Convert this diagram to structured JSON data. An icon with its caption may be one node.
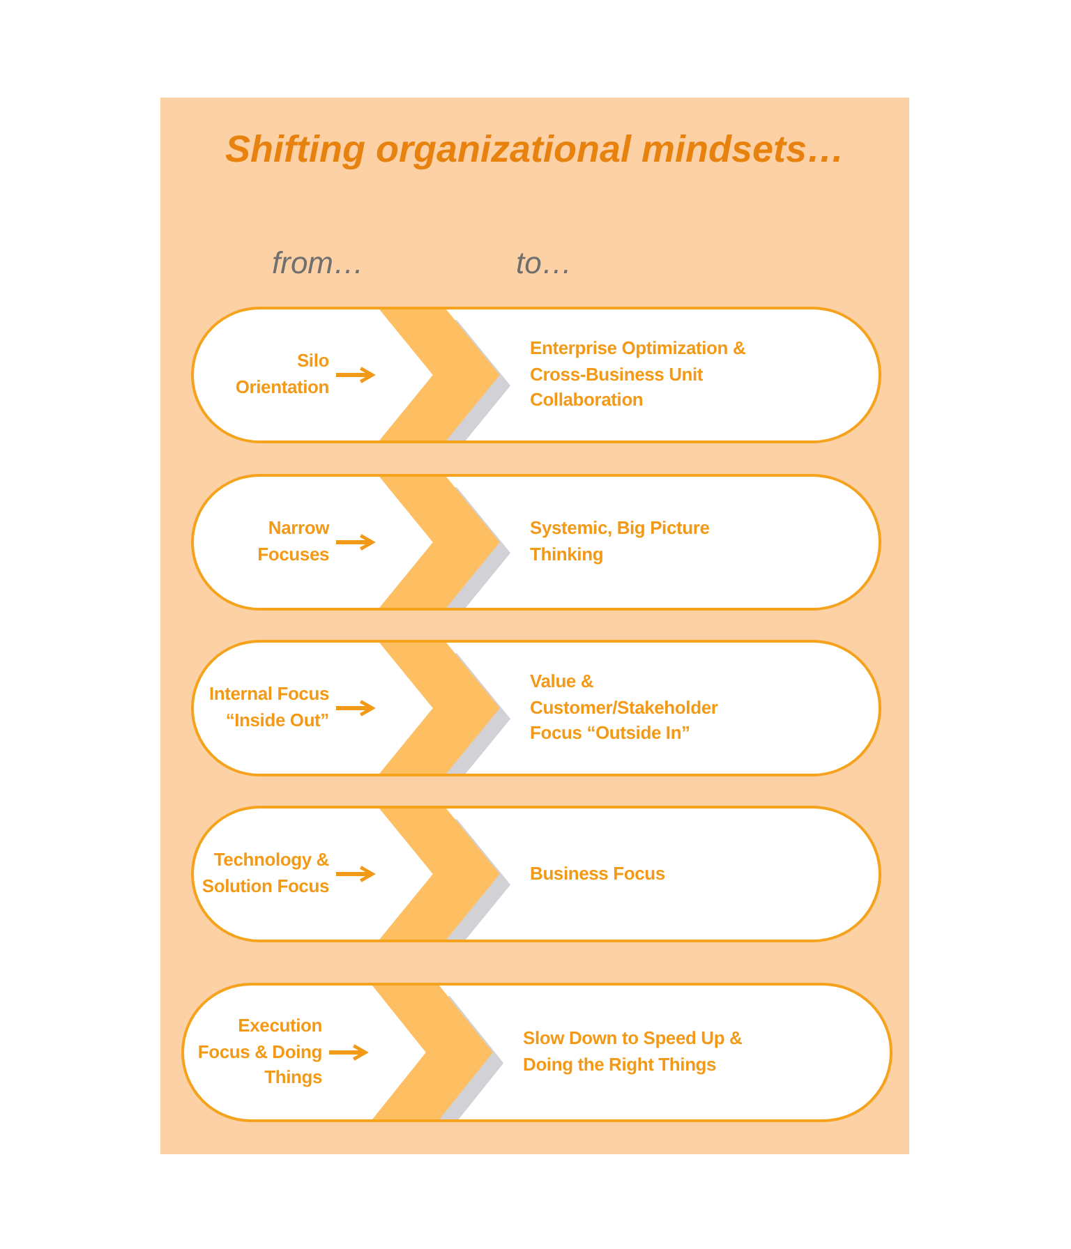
{
  "diagram": {
    "title": "Shifting organizational mindsets…",
    "nodes": [
      {
        "text": [],
        "shape": "box"
      },
      {
        "text": [
          "Silo Orientation"
        ],
        "in": 0
      },
      {
        "text": [
          "Enterprise Optimization & Cross-Business Unit Collaboration"
        ],
        "in": 0
      },
      {
        "text": [],
        "shape": "box"
      },
      {
        "text": [
          "Narrow Focuses"
        ],
        "in": 3
      },
      {
        "text": [
          "Systemic, Big Picture Thinking"
        ],
        "in": 3
      },
      {
        "text": [],
        "shape": "box"
      },
      {
        "text": [
          "Internal Focus “Inside Out”"
        ],
        "in": 6
      },
      {
        "text": [
          "Value & Customer/Stakeholder Focus “Outside In”"
        ],
        "in": 6
      },
      {
        "text": [],
        "shape": "box"
      },
      {
        "text": [
          "Technology & Solution Focus"
        ],
        "in": 9
      },
      {
        "text": [
          "Business Focus"
        ],
        "in": 9
      },
      {
        "text": [],
        "shape": "box"
      },
      {
        "text": [
          "Execution Focus & Doing Things"
        ],
        "in": 12
      },
      {
        "text": [
          "Slow Down to Speed Up & Doing the Right Things"
        ],
        "in": 12
      }
    ],
    "edges": [
      {
        "from": 1,
        "to": 2,
        "arrow": "to"
      },
      {
        "from": 4,
        "to": 5,
        "arrow": "to"
      },
      {
        "from": 7,
        "to": 8,
        "arrow": "to"
      },
      {
        "from": 10,
        "to": 11,
        "arrow": "to"
      },
      {
        "from": 13,
        "to": 14,
        "arrow": "to"
      }
    ],
    "labels": [
      "from…",
      "to…"
    ]
  }
}
